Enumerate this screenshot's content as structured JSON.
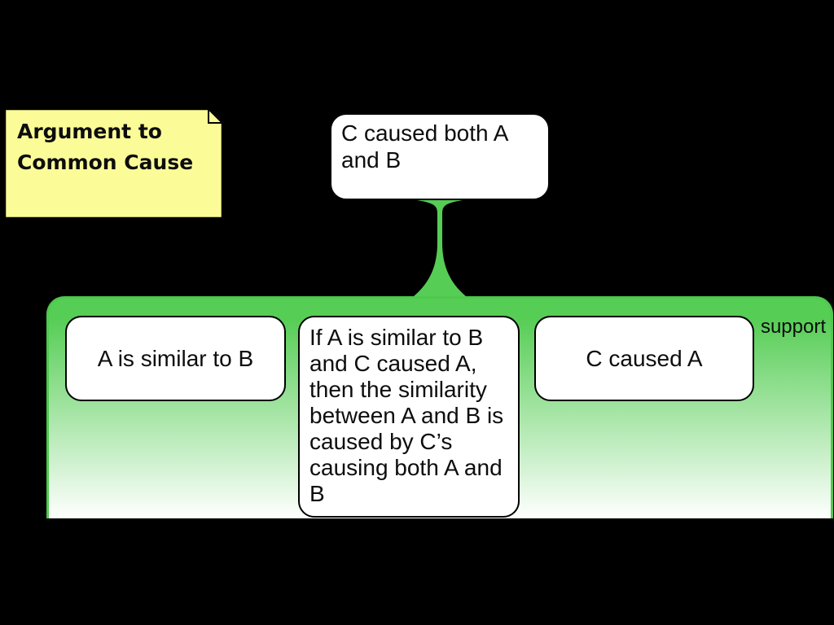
{
  "note": {
    "text": "Argument to Common Cause",
    "fill": "#fbfb98"
  },
  "claim_box": {
    "text": "C caused both A and B"
  },
  "support_group": {
    "label": "support",
    "children": [
      {
        "text": "A is similar to B"
      },
      {
        "text": "If A is similar to B and C caused A, then the similarity between A and B is caused by C’s causing both A and B"
      },
      {
        "text": "C caused A"
      }
    ]
  },
  "colors": {
    "background": "#000000",
    "group_green": "#56cd55",
    "group_border_green": "#4ec94e",
    "connector_green": "#56cd55",
    "note_yellow": "#fbfb98",
    "box_fill": "#ffffff",
    "box_border": "#000000",
    "text": "#0d0d0d"
  }
}
